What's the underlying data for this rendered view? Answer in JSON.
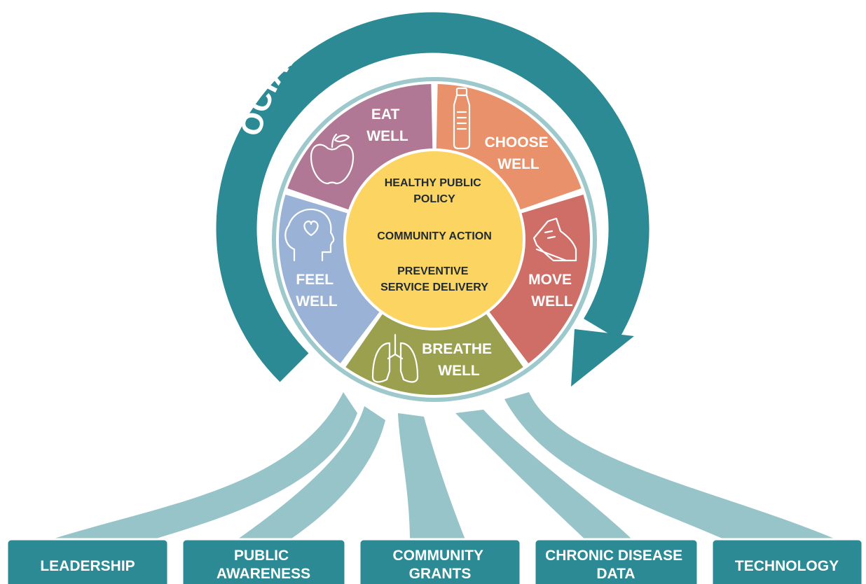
{
  "title": "SOCIAL DETERMINANTS OF HEALTH",
  "segments": [
    {
      "line1": "EAT",
      "line2": "WELL",
      "icon": "apple-icon",
      "color": "#e8916a"
    },
    {
      "line1": "CHOOSE",
      "line2": "WELL",
      "icon": "water-bottle-icon",
      "color": "#cf6e67"
    },
    {
      "line1": "MOVE",
      "line2": "WELL",
      "icon": "shoe-icon",
      "color": "#9aa04e"
    },
    {
      "line1": "BREATHE",
      "line2": "WELL",
      "icon": "lungs-icon",
      "color": "#9ab2d5"
    },
    {
      "line1": "FEEL",
      "line2": "WELL",
      "icon": "head-heart-icon",
      "color": "#b07894"
    }
  ],
  "center": {
    "line1": "HEALTHY PUBLIC",
    "line2": "POLICY",
    "line3": "COMMUNITY ACTION",
    "line4": "PREVENTIVE",
    "line5": "SERVICE DELIVERY",
    "color": "#fbd462"
  },
  "pillars": [
    {
      "line1": "LEADERSHIP",
      "line2": ""
    },
    {
      "line1": "PUBLIC",
      "line2": "AWARENESS"
    },
    {
      "line1": "COMMUNITY",
      "line2": "GRANTS"
    },
    {
      "line1": "CHRONIC DISEASE",
      "line2": "DATA"
    },
    {
      "line1": "TECHNOLOGY",
      "line2": ""
    }
  ],
  "colors": {
    "teal": "#2b8a93",
    "ring_light": "#9dc8cc",
    "beam": "#97c4c9",
    "center": "#fbd462"
  }
}
